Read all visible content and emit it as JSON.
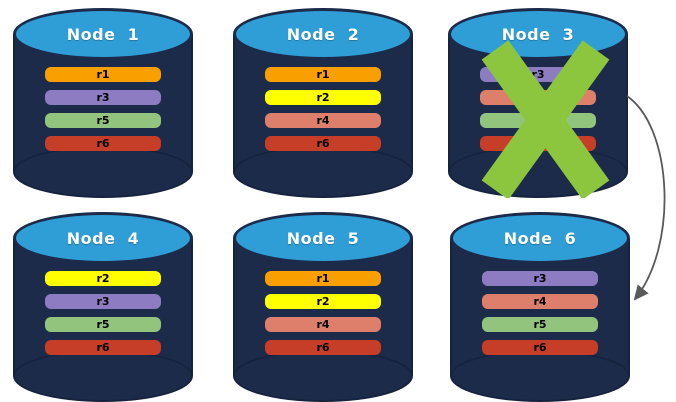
{
  "diagram": {
    "nodes": [
      {
        "id": "node-1",
        "title": "Node  1",
        "failed": false,
        "rows": [
          {
            "label": "r1",
            "color": "orange"
          },
          {
            "label": "r3",
            "color": "purple"
          },
          {
            "label": "r5",
            "color": "green"
          },
          {
            "label": "r6",
            "color": "red"
          }
        ]
      },
      {
        "id": "node-2",
        "title": "Node  2",
        "failed": false,
        "rows": [
          {
            "label": "r1",
            "color": "orange"
          },
          {
            "label": "r2",
            "color": "yellow"
          },
          {
            "label": "r4",
            "color": "salmon"
          },
          {
            "label": "r6",
            "color": "red"
          }
        ]
      },
      {
        "id": "node-3",
        "title": "Node  3",
        "failed": true,
        "rows": [
          {
            "label": "r3",
            "color": "purple"
          },
          {
            "label": "r4",
            "color": "salmon"
          },
          {
            "label": "r5",
            "color": "green"
          },
          {
            "label": "r6",
            "color": "red"
          }
        ]
      },
      {
        "id": "node-4",
        "title": "Node  4",
        "failed": false,
        "rows": [
          {
            "label": "r2",
            "color": "yellow"
          },
          {
            "label": "r3",
            "color": "purple"
          },
          {
            "label": "r5",
            "color": "green"
          },
          {
            "label": "r6",
            "color": "red"
          }
        ]
      },
      {
        "id": "node-5",
        "title": "Node  5",
        "failed": false,
        "rows": [
          {
            "label": "r1",
            "color": "orange"
          },
          {
            "label": "r2",
            "color": "yellow"
          },
          {
            "label": "r4",
            "color": "salmon"
          },
          {
            "label": "r6",
            "color": "red"
          }
        ]
      },
      {
        "id": "node-6",
        "title": "Node  6",
        "failed": false,
        "rows": [
          {
            "label": "r3",
            "color": "purple"
          },
          {
            "label": "r4",
            "color": "salmon"
          },
          {
            "label": "r5",
            "color": "green"
          },
          {
            "label": "r6",
            "color": "red"
          }
        ]
      }
    ],
    "arrow": {
      "from": "node-3",
      "to": "node-6"
    },
    "palette": {
      "orange": "#F9A000",
      "yellow": "#FFFF00",
      "purple": "#8E7CC3",
      "green": "#93C47E",
      "salmon": "#DE7F6C",
      "red": "#C63D28"
    },
    "colors": {
      "background": "#FFFFFF",
      "cylinder_body": "#1C2B4A",
      "cylinder_outline": "#16233E",
      "cylinder_top": "#2F9ED6",
      "title_text": "#FFFFFF",
      "row_text": "#000000",
      "fail_x": "#8BC63E",
      "arrow": "#595959"
    }
  }
}
